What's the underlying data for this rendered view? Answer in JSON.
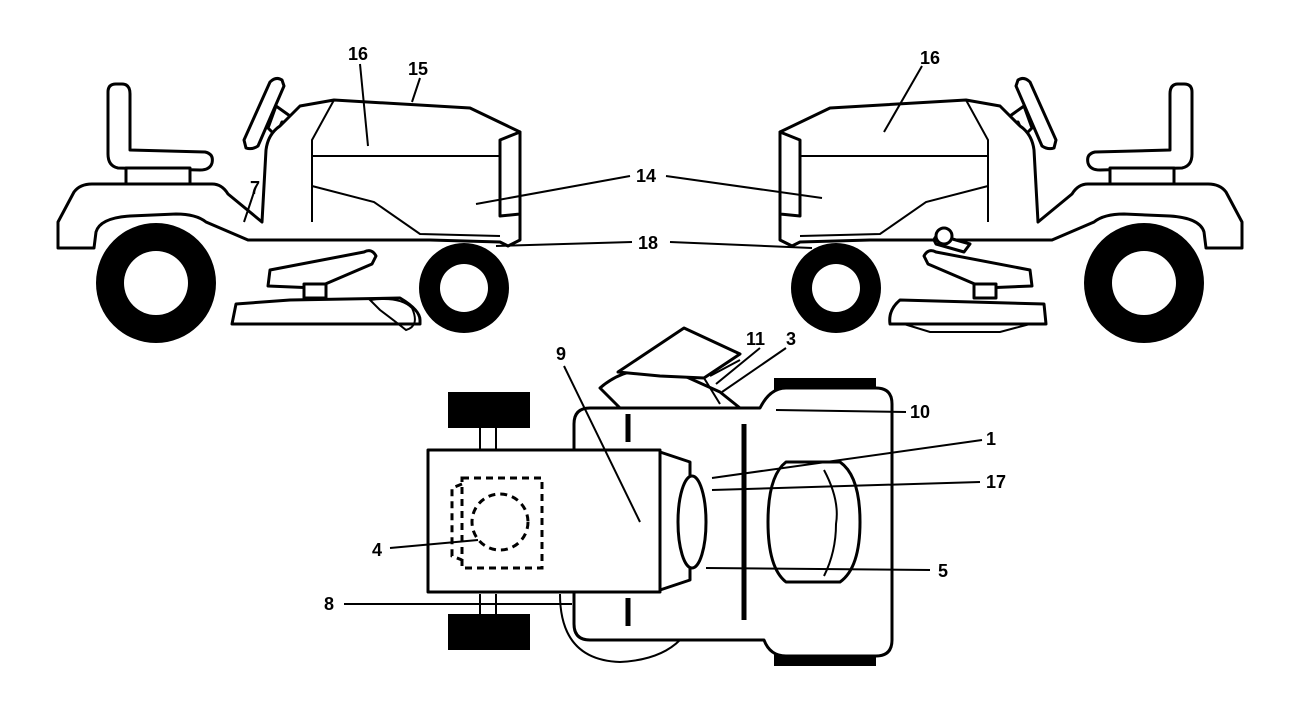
{
  "callouts": {
    "c1": "1",
    "c3": "3",
    "c4": "4",
    "c5": "5",
    "c7": "7",
    "c8": "8",
    "c9": "9",
    "c10": "10",
    "c11": "11",
    "c14": "14",
    "c15": "15",
    "c16_left": "16",
    "c16_right": "16",
    "c17": "17",
    "c18": "18"
  },
  "colors": {
    "line": "#000000",
    "background": "#ffffff"
  }
}
